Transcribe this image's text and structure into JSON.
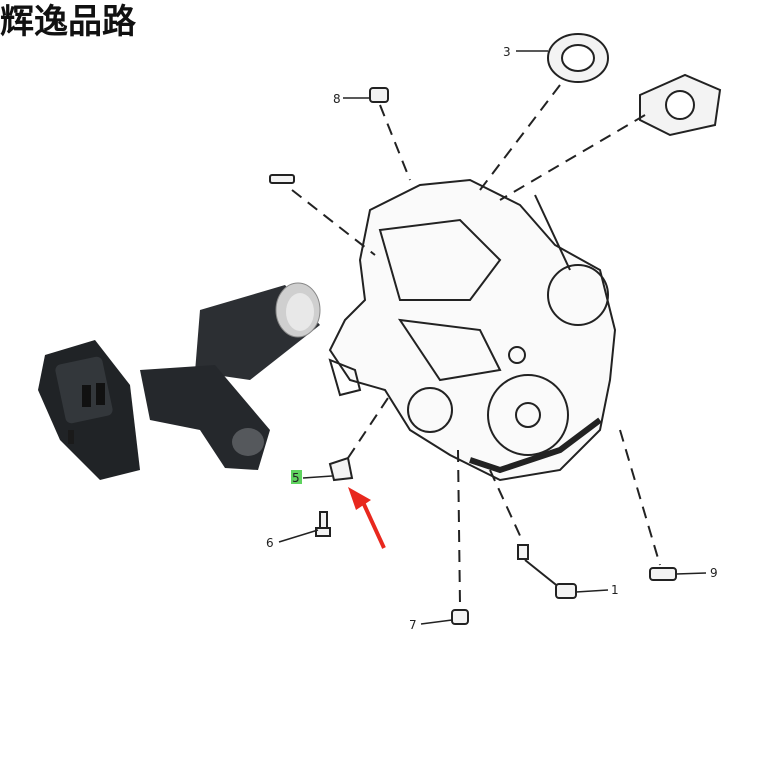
{
  "brand_text": "辉逸品路",
  "callouts": [
    {
      "label": "3"
    },
    {
      "label": "8"
    },
    {
      "label": "5",
      "highlight": "#5fd35f"
    },
    {
      "label": "6"
    },
    {
      "label": "7"
    },
    {
      "label": "1"
    },
    {
      "label": "9"
    }
  ],
  "arrow_color": "#e8281e",
  "arrow_target": "5"
}
